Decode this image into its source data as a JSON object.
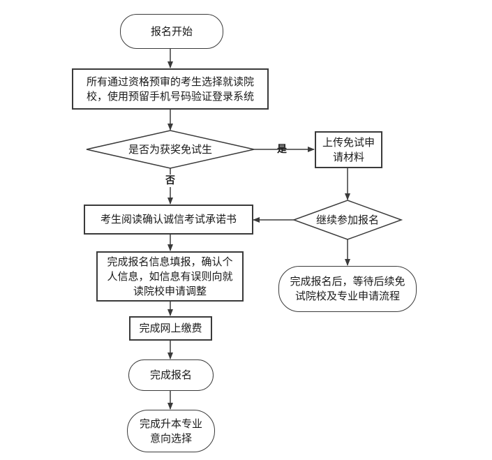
{
  "nodes": {
    "start": "报名开始",
    "login": "所有通过资格预审的考生选择就读院校，使用预留手机号码验证登录系统",
    "award_question": "是否为获奖免试生",
    "upload": "上传免试申请材料",
    "continue_signup": "继续参加报名",
    "read_pledge": "考生阅读确认诚信考试承诺书",
    "fill_info": "完成报名信息填报，确认个人信息，如信息有误则向就读院校申请调整",
    "wait_process": "完成报名后，等待后续免试院校及专业申请流程",
    "pay": "完成网上缴费",
    "done_signup": "完成报名",
    "choose_major": "完成升本专业意向选择"
  },
  "edge_labels": {
    "yes": "是",
    "no": "否"
  }
}
